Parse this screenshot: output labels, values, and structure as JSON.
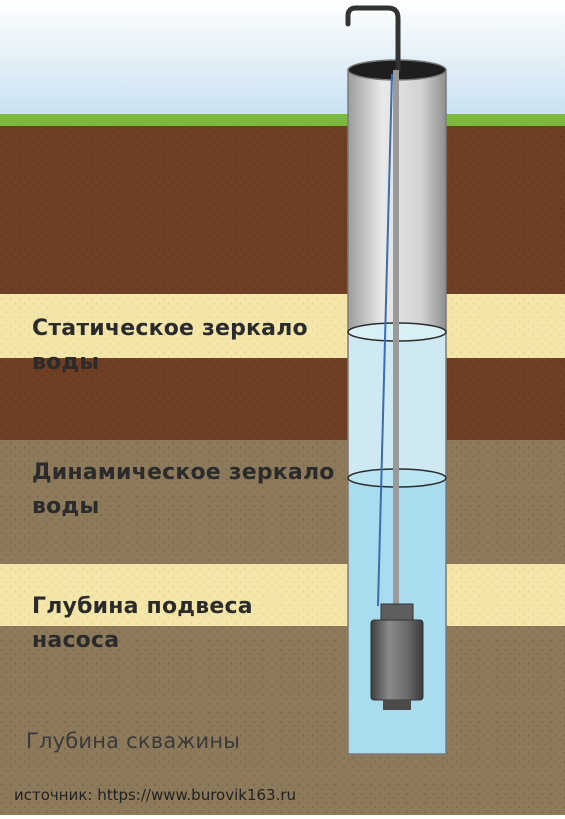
{
  "labels": {
    "static_level": "Статическое зеркало воды",
    "dynamic_level": "Динамическое зеркало воды",
    "pump_depth": "Глубина подвеса насоса",
    "well_depth": "Глубина скважины"
  },
  "source": "источник: https://www.burovik163.ru",
  "colors": {
    "sky": "#c9e1f1",
    "grass": "#7cb83c",
    "clay": "#6e3f25",
    "sand": "#f4e6a9",
    "loam": "#8d7a5a",
    "water": "#a9dcee",
    "pipe": "#d3d3d3",
    "pump": "#6b6b6b"
  }
}
